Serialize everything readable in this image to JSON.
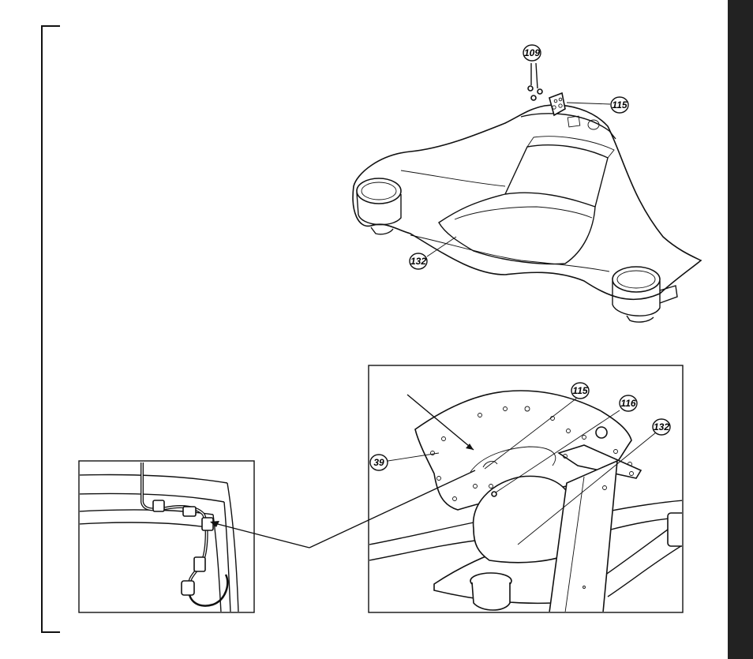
{
  "diagram": {
    "callouts": {
      "c109": "109",
      "c115_top": "115",
      "c132_top": "132",
      "c39": "39",
      "c115_detail": "115",
      "c116": "116",
      "c132_detail": "132"
    }
  }
}
